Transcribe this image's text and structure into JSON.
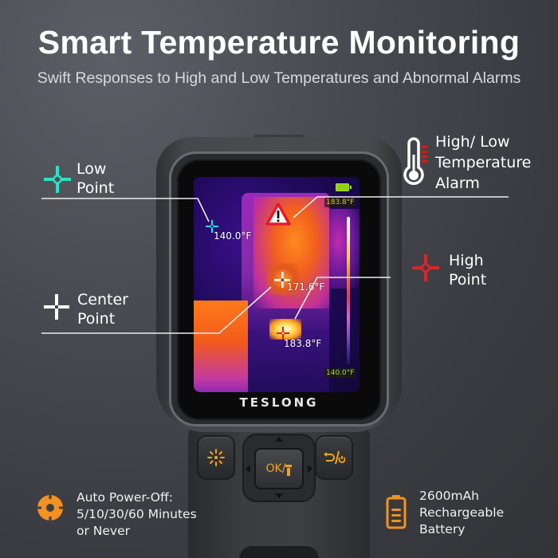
{
  "header": {
    "title": "Smart Temperature Monitoring",
    "subtitle": "Swift Responses to High and Low Temperatures and Abnormal Alarms"
  },
  "callouts": {
    "low_point": {
      "line1": "Low",
      "line2": "Point",
      "icon": "crosshair-icon",
      "color": "#2de0c8"
    },
    "center_point": {
      "line1": "Center",
      "line2": "Point",
      "icon": "crosshair-icon",
      "color": "#ffffff"
    },
    "high_point": {
      "line1": "High",
      "line2": "Point",
      "icon": "crosshair-icon",
      "color": "#d32a2a"
    },
    "alarm": {
      "line1": "High/ Low",
      "line2": "Temperature",
      "line3": "Alarm",
      "icon": "thermometer-alarm-icon",
      "accent": "#e01818"
    }
  },
  "device": {
    "brand": "TESLONG",
    "screen": {
      "battery_color": "#8fd014",
      "scale_max": "183.8°F",
      "scale_min": "140.0°F",
      "low_reading": "140.0°F",
      "center_reading": "171.6°F",
      "high_reading": "183.8°F",
      "alarm_icon": "warning-triangle-icon"
    },
    "buttons": {
      "left_icon": "laser-light-icon",
      "center_label": "OK/",
      "center_icon": "flashlight-icon",
      "right_icon": "back-power-icon",
      "accent": "#f5a31a"
    }
  },
  "features": {
    "power_off": {
      "icon": "auto-power-off-icon",
      "line1": "Auto Power-Off:",
      "line2": "5/10/30/60 Minutes",
      "line3": "or Never",
      "color": "#f39220"
    },
    "battery": {
      "icon": "battery-icon",
      "line1": "2600mAh",
      "line2": "Rechargeable",
      "line3": "Battery",
      "color": "#f39220"
    }
  }
}
